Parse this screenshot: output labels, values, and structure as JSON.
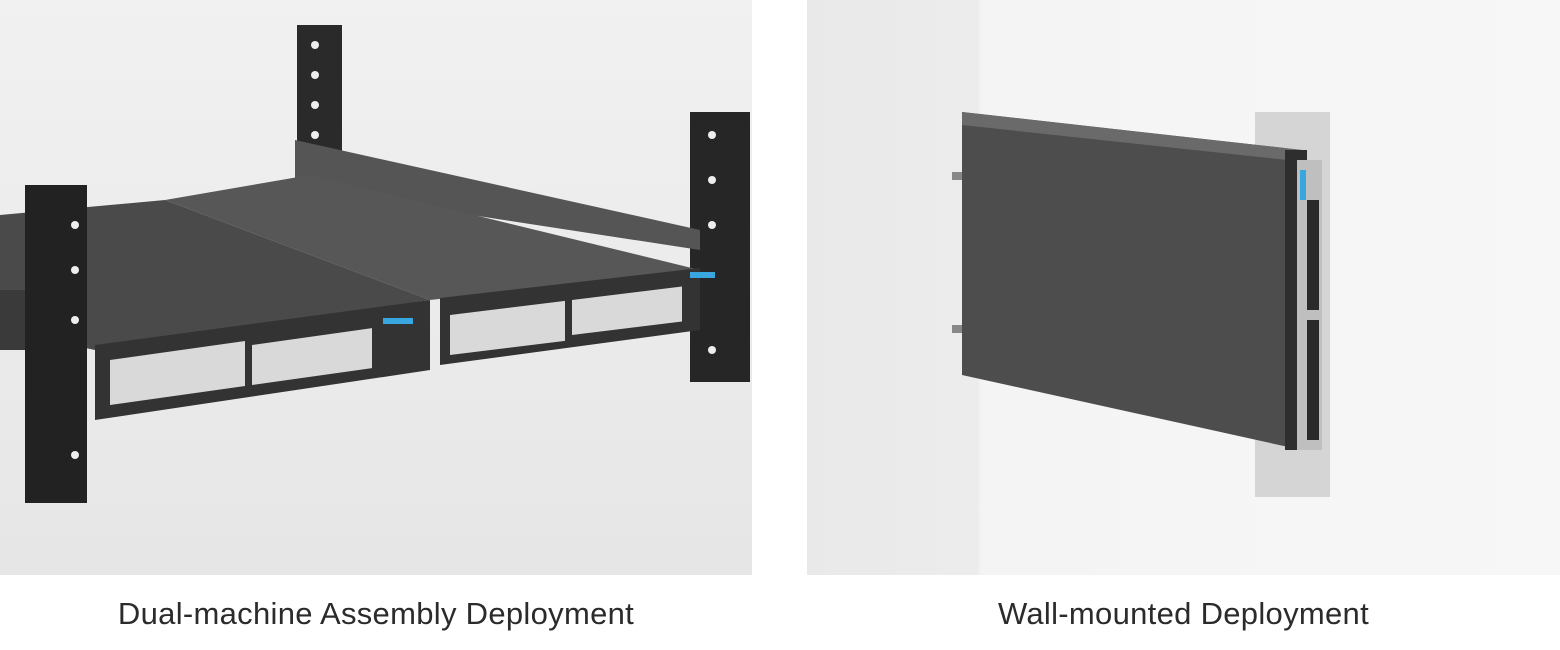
{
  "panels": [
    {
      "caption": "Dual-machine Assembly Deployment",
      "image": "two-switches-in-rack"
    },
    {
      "caption": "Wall-mounted Deployment",
      "image": "switch-wall-mounted"
    }
  ],
  "colors": {
    "accent_label": "#3aa6e0",
    "chassis": "#3b3b3b",
    "caption_text": "#2b2b2b"
  }
}
